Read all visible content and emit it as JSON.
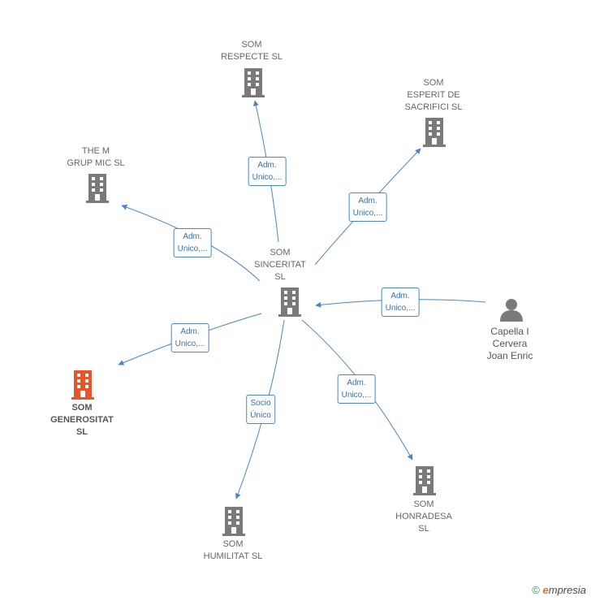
{
  "colors": {
    "edge": "#4a86c8",
    "building": "#7a7a7a",
    "highlight_building": "#e8552a",
    "person": "#7a7a7a"
  },
  "nodes": [
    {
      "id": "center",
      "label": "SOM\nSINCERITAT\nSL",
      "icon": "building-icon",
      "type": "company"
    },
    {
      "id": "respecte",
      "label": "SOM\nRESPECTE  SL",
      "icon": "building-icon",
      "type": "company"
    },
    {
      "id": "esperit",
      "label": "SOM\nESPERIT DE\nSACRIFICI  SL",
      "icon": "building-icon",
      "type": "company"
    },
    {
      "id": "themgrup",
      "label": "THE M\nGRUP MIC  SL",
      "icon": "building-icon",
      "type": "company"
    },
    {
      "id": "generositat",
      "label": "SOM\nGENEROSITAT\nSL",
      "icon": "building-icon",
      "type": "highlight"
    },
    {
      "id": "humilitat",
      "label": "SOM\nHUMILITAT  SL",
      "icon": "building-icon",
      "type": "company"
    },
    {
      "id": "honradesa",
      "label": "SOM\nHONRADESA\nSL",
      "icon": "building-icon",
      "type": "company"
    },
    {
      "id": "person",
      "label": "Capella I\nCervera\nJoan Enric",
      "icon": "person-icon",
      "type": "person"
    }
  ],
  "edges": [
    {
      "id": "e-respecte",
      "label": "Adm.\nUnico,..."
    },
    {
      "id": "e-esperit",
      "label": "Adm.\nUnico,..."
    },
    {
      "id": "e-themgrup",
      "label": "Adm.\nUnico,..."
    },
    {
      "id": "e-generositat",
      "label": "Adm.\nUnico,..."
    },
    {
      "id": "e-humilitat",
      "label": "Socio\nÚnico"
    },
    {
      "id": "e-honradesa",
      "label": "Adm.\nUnico,..."
    },
    {
      "id": "e-person",
      "label": "Adm.\nUnico,..."
    }
  ],
  "brand": {
    "copyright": "©",
    "e": "e",
    "rest": "mpresia"
  }
}
